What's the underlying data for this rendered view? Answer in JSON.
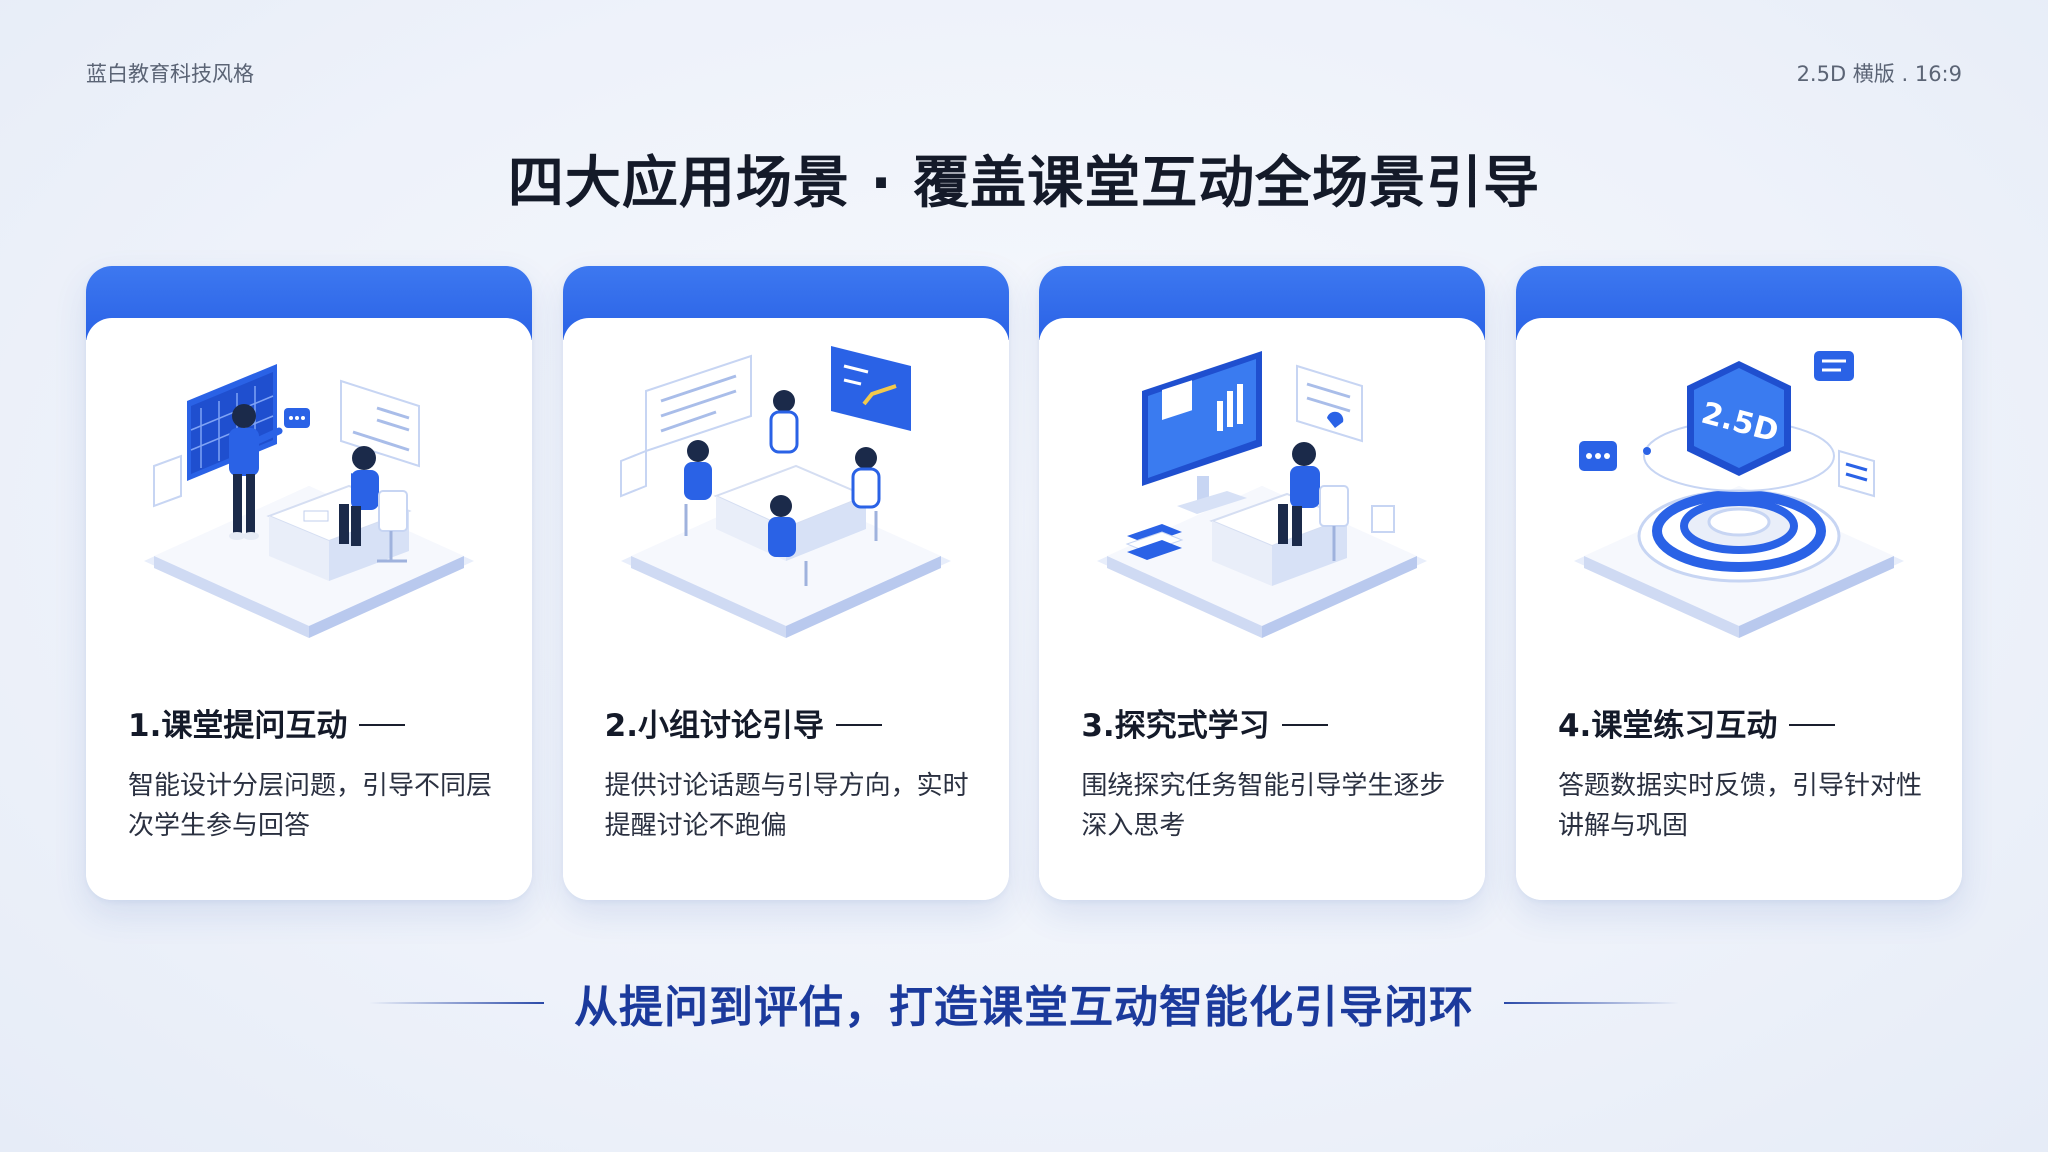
{
  "header": {
    "left_label": "蓝白教育科技风格",
    "right_label": "2.5D 横版 . 16:9"
  },
  "title": "四大应用场景 · 覆盖课堂互动全场景引导",
  "cards": [
    {
      "title": "1.课堂提问互动",
      "description": "智能设计分层问题，引导不同层次学生参与回答",
      "illustration": "teacher-questioning-student-illustration"
    },
    {
      "title": "2.小组讨论引导",
      "description": "提供讨论话题与引导方向，实时提醒讨论不跑偏",
      "illustration": "group-discussion-illustration"
    },
    {
      "title": "3.探究式学习",
      "description": "围绕探究任务智能引导学生逐步深入思考",
      "illustration": "student-computer-inquiry-illustration"
    },
    {
      "title": "4.课堂练习互动",
      "description": "答题数据实时反馈，引导针对性讲解与巩固",
      "illustration": "2.5D-platform-illustration",
      "badge_text": "2.5D"
    }
  ],
  "footer": {
    "tagline": "从提问到评估，打造课堂互动智能化引导闭环"
  },
  "colors": {
    "accent": "#2a62e6",
    "title_text": "#141a29",
    "tagline_text": "#1b3a9c",
    "background": "#eef2fa"
  }
}
